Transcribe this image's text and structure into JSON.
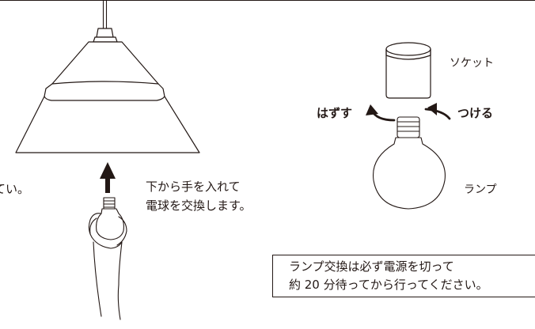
{
  "labels": {
    "cut_text": "てい。",
    "instruction_line1": "下から手を入れて",
    "instruction_line2": "電球を交換します。",
    "socket": "ソケット",
    "lamp": "ランプ",
    "remove": "はずす",
    "attach": "つける"
  },
  "notice": {
    "line1": "ランプ交換は必ず電源を切って",
    "line2": "約 20 分待ってから行ってください。"
  },
  "colors": {
    "ink": "#231815",
    "background": "#ffffff"
  }
}
